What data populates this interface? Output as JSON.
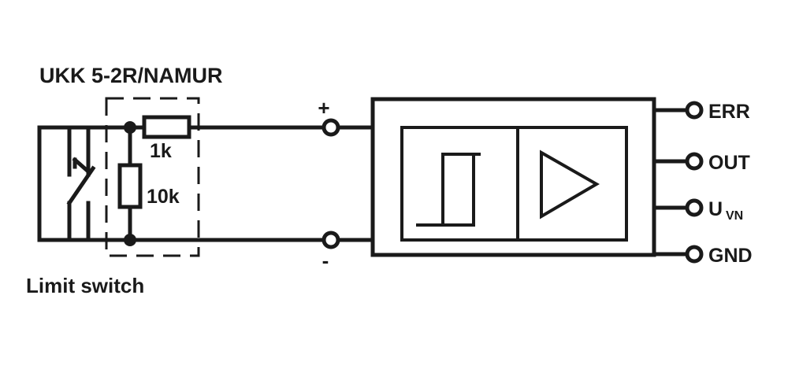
{
  "diagram": {
    "title": "UKK 5-2R/NAMUR",
    "footer_label": "Limit switch",
    "components": {
      "resistor_series_label": "1k",
      "resistor_parallel_label": "10k"
    },
    "polarity": {
      "positive": "+",
      "negative": "-"
    },
    "terminals": [
      {
        "label": "ERR",
        "sub": ""
      },
      {
        "label": "OUT",
        "sub": ""
      },
      {
        "label": "U",
        "sub": "VN"
      },
      {
        "label": "GND",
        "sub": ""
      }
    ],
    "blocks": [
      {
        "name": "schmitt-trigger-symbol"
      },
      {
        "name": "amplifier-triangle-symbol"
      }
    ],
    "colors": {
      "line": "#1a1a1a",
      "background": "#ffffff"
    }
  }
}
